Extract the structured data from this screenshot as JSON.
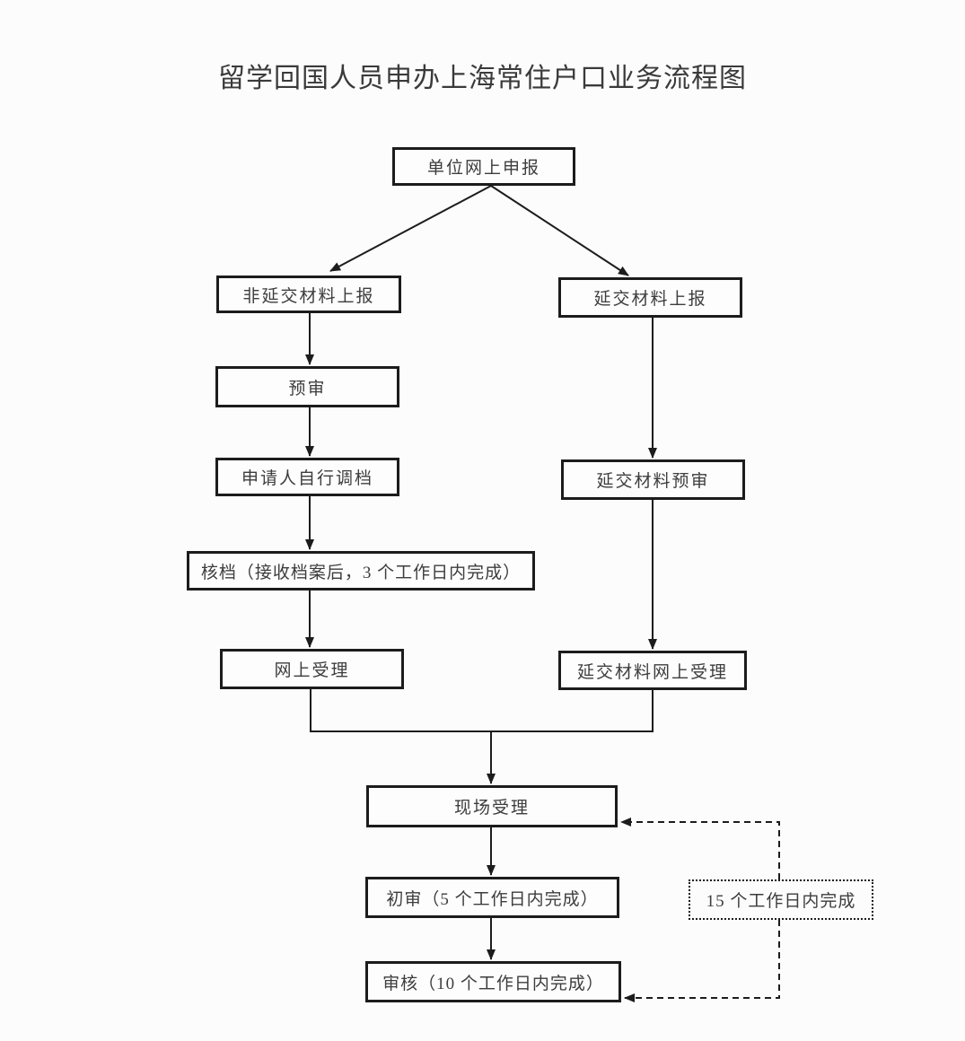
{
  "title": "留学回国人员申办上海常住户口业务流程图",
  "flow": {
    "nodes": {
      "unit_declare": {
        "label": "单位网上申报"
      },
      "non_delayed_submit": {
        "label": "非延交材料上报"
      },
      "pre_review": {
        "label": "预审"
      },
      "self_archive_transfer": {
        "label": "申请人自行调档"
      },
      "archive_check": {
        "label": "核档（接收档案后，3 个工作日内完成）"
      },
      "online_accept": {
        "label": "网上受理"
      },
      "delayed_submit": {
        "label": "延交材料上报"
      },
      "delayed_pre_review": {
        "label": "延交材料预审"
      },
      "delayed_online_accept": {
        "label": "延交材料网上受理"
      },
      "onsite_accept": {
        "label": "现场受理"
      },
      "first_review": {
        "label": "初审（5 个工作日内完成）"
      },
      "final_review": {
        "label": "审核（10 个工作日内完成）"
      },
      "deadline_note": {
        "label": "15 个工作日内完成"
      }
    },
    "edges": [
      {
        "from": "unit_declare",
        "to": "non_delayed_submit",
        "style": "solid-arrow"
      },
      {
        "from": "unit_declare",
        "to": "delayed_submit",
        "style": "solid-arrow"
      },
      {
        "from": "non_delayed_submit",
        "to": "pre_review",
        "style": "solid-arrow"
      },
      {
        "from": "pre_review",
        "to": "self_archive_transfer",
        "style": "solid-arrow"
      },
      {
        "from": "self_archive_transfer",
        "to": "archive_check",
        "style": "solid-arrow"
      },
      {
        "from": "archive_check",
        "to": "online_accept",
        "style": "solid-arrow"
      },
      {
        "from": "delayed_submit",
        "to": "delayed_pre_review",
        "style": "solid-arrow"
      },
      {
        "from": "delayed_pre_review",
        "to": "delayed_online_accept",
        "style": "solid-arrow"
      },
      {
        "from": "online_accept",
        "to": "onsite_accept",
        "style": "solid-merge-arrow"
      },
      {
        "from": "delayed_online_accept",
        "to": "onsite_accept",
        "style": "solid-merge-arrow"
      },
      {
        "from": "onsite_accept",
        "to": "first_review",
        "style": "solid-arrow"
      },
      {
        "from": "first_review",
        "to": "final_review",
        "style": "solid-arrow"
      },
      {
        "from": "deadline_note",
        "to": "onsite_accept",
        "style": "dashed-arrow"
      },
      {
        "from": "deadline_note",
        "to": "final_review",
        "style": "dashed-arrow"
      }
    ]
  },
  "colors": {
    "line": "#1c1c1c",
    "text": "#3d3d3d",
    "background": "#fcfcfc"
  }
}
